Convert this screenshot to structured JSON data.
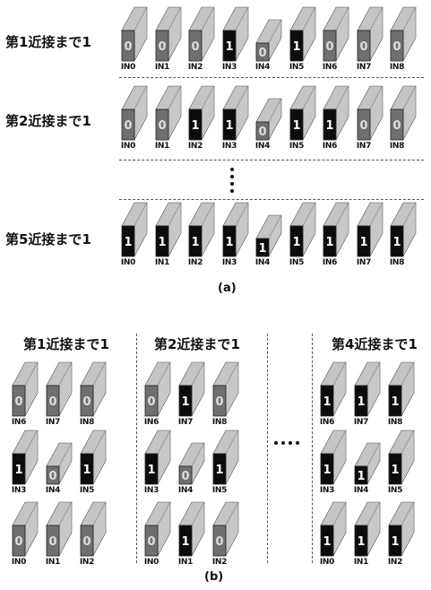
{
  "part_a": {
    "rows": [
      {
        "title": "第1近接まで1",
        "labels": [
          "IN0",
          "IN1",
          "IN2",
          "IN3",
          "IN4",
          "IN5",
          "IN6",
          "IN7",
          "IN8"
        ],
        "values": [
          "0",
          "0",
          "0",
          "1",
          "0",
          "1",
          "0",
          "0",
          "0"
        ]
      },
      {
        "title": "第2近接まで1",
        "labels": [
          "IN0",
          "IN1",
          "IN2",
          "IN3",
          "IN4",
          "IN5",
          "IN6",
          "IN7",
          "IN8"
        ],
        "values": [
          "0",
          "0",
          "1",
          "1",
          "0",
          "1",
          "1",
          "0",
          "0"
        ]
      },
      {
        "title": "第5近接まで1",
        "labels": [
          "IN0",
          "IN1",
          "IN2",
          "IN3",
          "IN4",
          "IN5",
          "IN6",
          "IN7",
          "IN8"
        ],
        "values": [
          "1",
          "1",
          "1",
          "1",
          "1",
          "1",
          "1",
          "1",
          "1"
        ]
      }
    ],
    "caption": "(a)"
  },
  "part_b": {
    "groups": [
      {
        "title": "第1近接まで1",
        "rows": [
          {
            "labels": [
              "IN6",
              "IN7",
              "IN8"
            ],
            "values": [
              "0",
              "0",
              "0"
            ]
          },
          {
            "labels": [
              "IN3",
              "IN4",
              "IN5"
            ],
            "values": [
              "1",
              "0",
              "1"
            ]
          },
          {
            "labels": [
              "IN0",
              "IN1",
              "IN2"
            ],
            "values": [
              "0",
              "0",
              "0"
            ]
          }
        ]
      },
      {
        "title": "第2近接まで1",
        "rows": [
          {
            "labels": [
              "IN6",
              "IN7",
              "IN8"
            ],
            "values": [
              "0",
              "1",
              "0"
            ]
          },
          {
            "labels": [
              "IN3",
              "IN4",
              "IN5"
            ],
            "values": [
              "1",
              "0",
              "1"
            ]
          },
          {
            "labels": [
              "IN0",
              "IN1",
              "IN2"
            ],
            "values": [
              "0",
              "1",
              "0"
            ]
          }
        ]
      },
      {
        "title": "第4近接まで1",
        "rows": [
          {
            "labels": [
              "IN6",
              "IN7",
              "IN8"
            ],
            "values": [
              "1",
              "1",
              "1"
            ]
          },
          {
            "labels": [
              "IN3",
              "IN4",
              "IN5"
            ],
            "values": [
              "1",
              "1",
              "1"
            ]
          },
          {
            "labels": [
              "IN0",
              "IN1",
              "IN2"
            ],
            "values": [
              "1",
              "1",
              "1"
            ]
          }
        ]
      }
    ],
    "caption": "(b)"
  },
  "colors": {
    "face": "#6f6f6f",
    "top": "#c4c4c4",
    "side": "#dcdcdc",
    "one_bg": "#0c0c0c",
    "one_text": "#ffffff",
    "zero_bg": "#6f6f6f",
    "zero_text": "#dedede"
  }
}
